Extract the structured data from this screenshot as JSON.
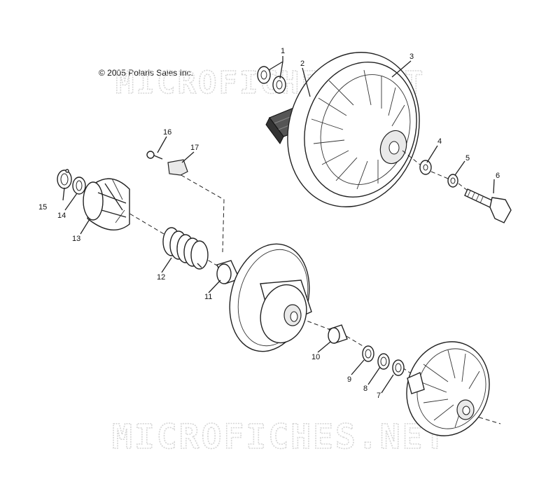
{
  "copyright": "© 2005 Polaris Sales Inc.",
  "watermark": "MICROFICHES.NET",
  "callouts": [
    "1",
    "2",
    "3",
    "4",
    "5",
    "6",
    "7",
    "8",
    "9",
    "10",
    "11",
    "12",
    "13",
    "14",
    "15",
    "16",
    "17"
  ]
}
